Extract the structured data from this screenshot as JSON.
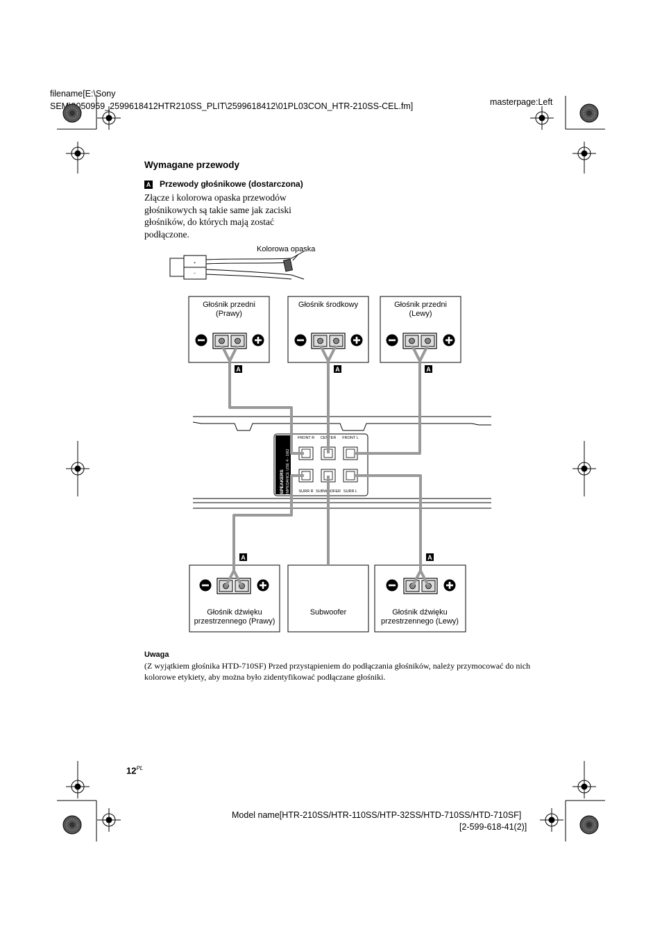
{
  "header": {
    "filename_line1": "filename[E:\\Sony",
    "filename_line2": "SEM\\9050959_2599618412HTR210SS_PLIT\\2599618412\\01PL03CON_HTR-210SS-CEL.fm]",
    "masterpage": "masterpage:Left"
  },
  "section": {
    "heading": "Wymagane przewody",
    "item_letter": "A",
    "item_title": "Przewody głośnikowe (dostarczona)",
    "paragraph": "Złącze i kolorowa opaska przewodów głośnikowych są takie same jak zaciski głośników, do których mają zostać podłączone."
  },
  "diagram": {
    "cable_label": "Kolorowa opaska",
    "cable_plus": "+",
    "cable_minus": "–",
    "cable_tag": "A",
    "speakers": {
      "front_right_line1": "Głośnik przedni",
      "front_right_line2": "(Prawy)",
      "center": "Głośnik środkowy",
      "front_left_line1": "Głośnik przedni",
      "front_left_line2": "(Lewy)",
      "surround_right_line1": "Głośnik dźwięku",
      "surround_right_line2": "przestrzennego (Prawy)",
      "subwoofer": "Subwoofer",
      "surround_left_line1": "Głośnik dźwięku",
      "surround_left_line2": "przestrzennego (Lewy)"
    },
    "panel": {
      "vertical_line1": "SPEAKERS",
      "vertical_line2": "IMPEDANCE USE 4 - 16Ω",
      "top_labels": [
        "FRONT R",
        "CENTER",
        "FRONT L"
      ],
      "bottom_labels": [
        "SURR R",
        "SUBWOOFER",
        "SURR L"
      ]
    }
  },
  "note": {
    "title": "Uwaga",
    "text": "(Z wyjątkiem głośnika HTD-710SF) Przed przystąpieniem do podłączania głośników, należy przymocować do nich kolorowe etykiety, aby można było zidentyfikować podłączane głośniki."
  },
  "footer": {
    "page_number": "12",
    "page_suffix": "PL",
    "model": "Model name[HTR-210SS/HTR-110SS/HTP-32SS/HTD-710SS/HTD-710SF]",
    "part_number": "[2-599-618-41(2)]"
  }
}
